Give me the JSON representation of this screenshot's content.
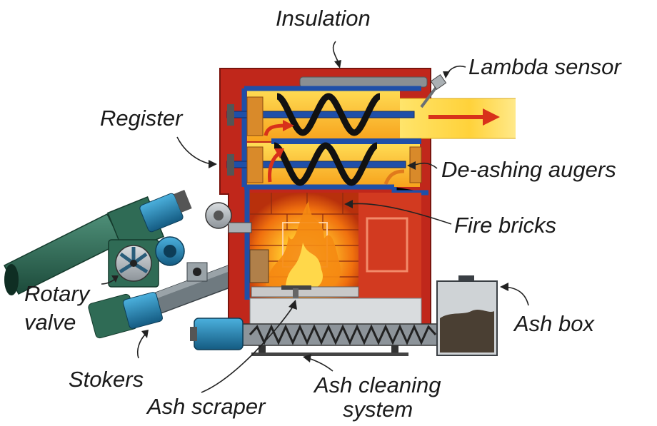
{
  "labels": {
    "insulation": "Insulation",
    "lambda_sensor": "Lambda sensor",
    "register": "Register",
    "de_ashing_augers": "De-ashing augers",
    "fire_bricks": "Fire bricks",
    "rotary_valve_line1": "Rotary",
    "rotary_valve_line2": "valve",
    "ash_box": "Ash box",
    "stokers": "Stokers",
    "ash_scraper": "Ash scraper",
    "ash_cleaning_line1": "Ash cleaning",
    "ash_cleaning_line2": "system"
  },
  "colors": {
    "boiler_casing": "#c0271b",
    "casing_edge": "#7a140d",
    "water_jacket": "#1f4fa8",
    "flue_gas": "#ffd94a",
    "flame": "#f58a12",
    "auger": "#111111",
    "feed_pipe": "#2f6b55",
    "motor": "#1e7aa8",
    "ash": "#4a3f33"
  }
}
